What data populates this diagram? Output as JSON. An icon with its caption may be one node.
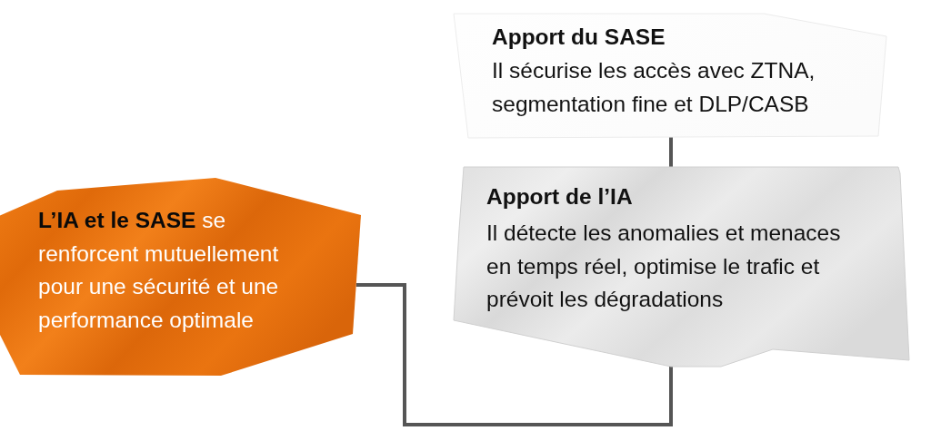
{
  "diagram": {
    "nodes": [
      {
        "text": [
          "**L’IA et le SASE** se renforcent mutuellement pour une sécurité et une performance optimale"
        ]
      },
      {
        "text": [
          "Apport du SASE",
          "Il sécurise les accès avec ZTNA, segmentation fine et DLP/CASB"
        ]
      },
      {
        "text": [
          "Apport de l’IA",
          "Il détecte les anomalies et menaces en temps réel, optimise le trafic et prévoit les dégradations"
        ]
      }
    ],
    "edges": [
      {
        "from": 1,
        "to": 2,
        "arrow": "none"
      },
      {
        "from": 0,
        "to": 2,
        "arrow": "none"
      }
    ]
  }
}
